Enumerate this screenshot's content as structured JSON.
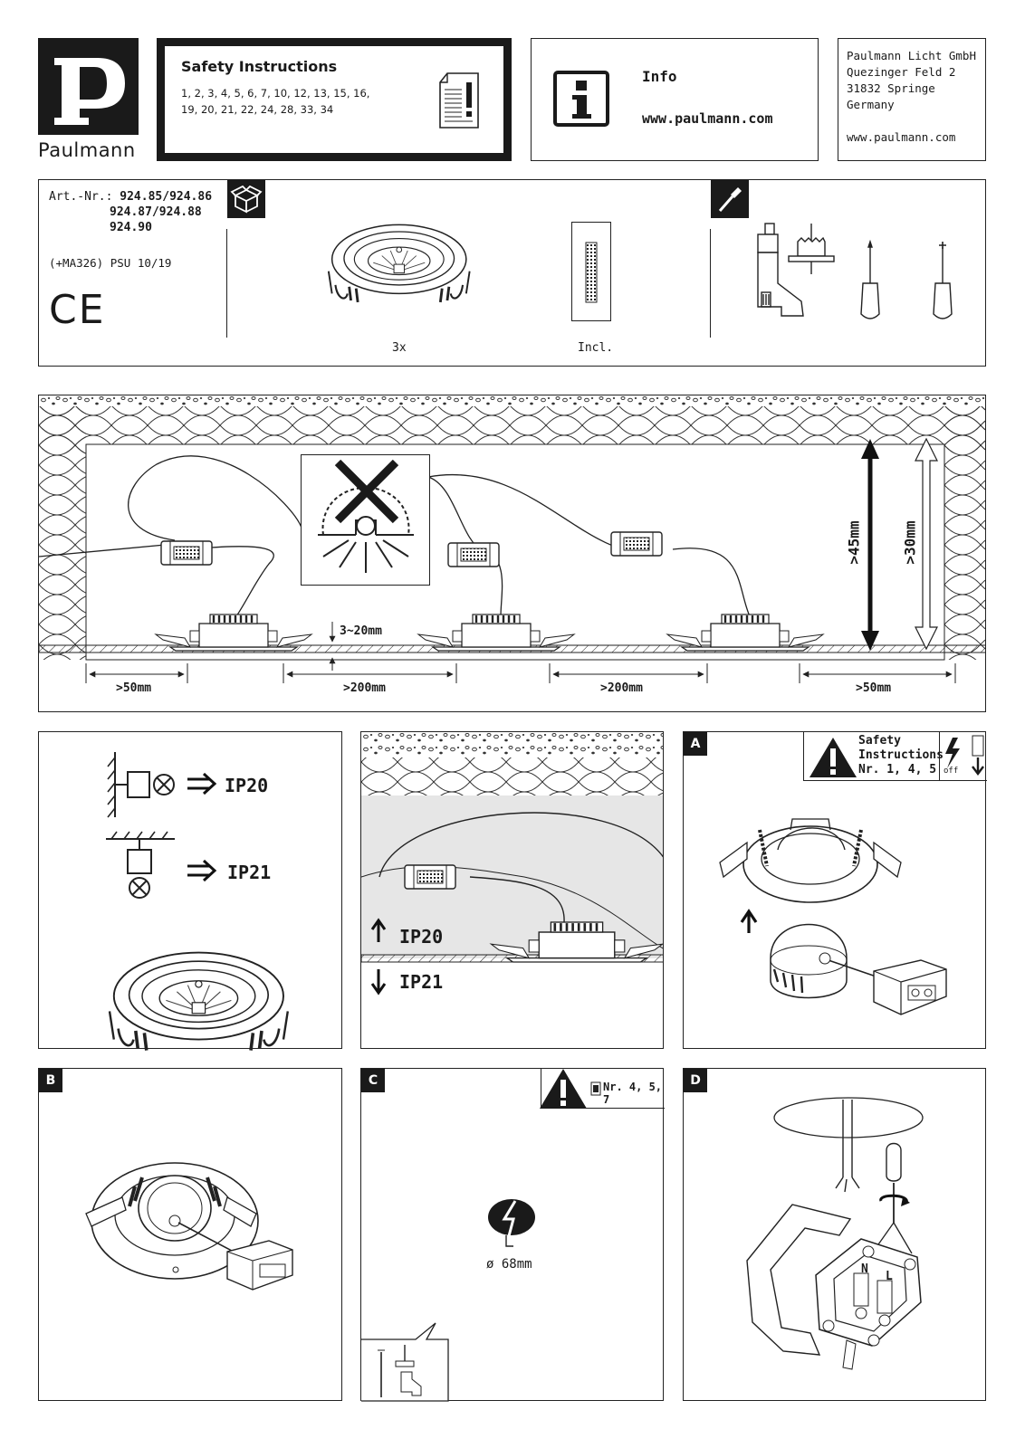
{
  "brand": {
    "name": "Paulmann"
  },
  "safety": {
    "title": "Safety Instructions",
    "numbers_line1": "1, 2, 3, 4, 5, 6, 7, 10, 12, 13, 15, 16,",
    "numbers_line2": "19, 20, 21, 22, 24, 28, 33, 34"
  },
  "info": {
    "title": "Info",
    "url": "www.paulmann.com"
  },
  "address": {
    "company": "Paulmann Licht GmbH",
    "street": "Quezinger Feld 2",
    "city": "31832 Springe",
    "country": "Germany",
    "url": "www.paulmann.com"
  },
  "product": {
    "art_label": "Art.-Nr.:",
    "art_line1": "924.85/924.86",
    "art_line2": "924.87/924.88",
    "art_line3": "924.90",
    "psu": "(+MA326) PSU 10/19",
    "ce": "CE"
  },
  "contents": {
    "qty_luminaire": "3x",
    "qty_psu": "Incl."
  },
  "install": {
    "dim_height1": ">45mm",
    "dim_height2": ">30mm",
    "dim_ceiling": "3~20mm",
    "dim_edge_left": ">50mm",
    "dim_spacing1": ">200mm",
    "dim_spacing2": ">200mm",
    "dim_edge_right": ">50mm"
  },
  "ip_panel": {
    "ip20": "IP20",
    "ip21": "IP21"
  },
  "ip_zone_panel": {
    "ip20": "IP20",
    "ip21": "IP21"
  },
  "panel_a": {
    "letter": "A",
    "safety_line1": "Safety",
    "safety_line2": "Instructions",
    "safety_numbers": "Nr. 1, 4, 5",
    "off_label": "off"
  },
  "panel_b": {
    "letter": "B"
  },
  "panel_c": {
    "letter": "C",
    "safety_numbers": "Nr. 4, 5, 7",
    "hole_diameter": "ø 68mm"
  },
  "panel_d": {
    "letter": "D",
    "terminal_n": "N",
    "terminal_l": "L"
  },
  "colors": {
    "ink": "#1a1a1a",
    "zone_gray": "#e6e6e6",
    "paper": "#ffffff"
  }
}
